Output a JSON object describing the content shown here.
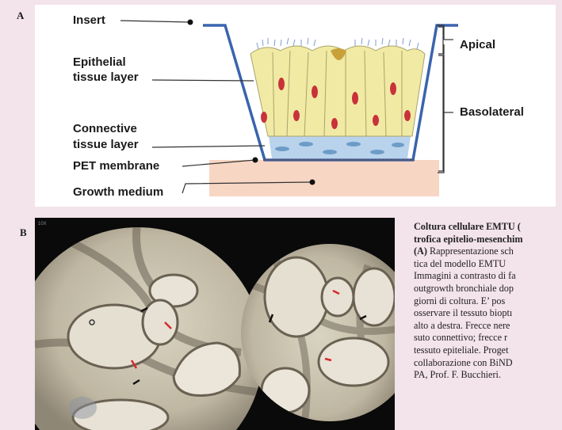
{
  "panel_a": {
    "letter": "A",
    "labels": {
      "insert": "Insert",
      "epithelial_1": "Epithelial",
      "epithelial_2": "tissue layer",
      "connective_1": "Connective",
      "connective_2": "tissue layer",
      "pet": "PET membrane",
      "growth": "Growth medium",
      "apical": "Apical",
      "basolateral": "Basolateral"
    }
  },
  "panel_b": {
    "letter": "B",
    "scale_tag": "10X"
  },
  "caption": {
    "title_1": "Coltura cellulare EMTU (",
    "title_2": "trofica epitelio-mesenchim",
    "lines": [
      {
        "bold": "(A)",
        "text": " Rappresentazione sch"
      },
      {
        "bold": "",
        "text": "tica del modello EMTU"
      },
      {
        "bold": "",
        "text": "Immagini a contrasto di fa"
      },
      {
        "bold": "",
        "text": "outgrowth bronchiale dop"
      },
      {
        "bold": "",
        "text": "giorni di coltura. E’ pos"
      },
      {
        "bold": "",
        "text": "osservare il tessuto bioptı"
      },
      {
        "bold": "",
        "text": "alto a destra. Frecce nere"
      },
      {
        "bold": "",
        "text": "suto connettivo; frecce r"
      },
      {
        "bold": "",
        "text": "tessuto epiteliale. Proget"
      },
      {
        "bold": "",
        "text": "collaborazione con BiND"
      },
      {
        "bold": "",
        "text": "PA, Prof. F. Bucchieri."
      }
    ]
  },
  "colors": {
    "page_bg": "#f3e3ea",
    "insert_blue": "#3a64ad",
    "epithelium": "#f1eaa4",
    "nucleus": "#c8323a",
    "connective": "#b9d3ec",
    "medium": "#f8d6c4"
  }
}
